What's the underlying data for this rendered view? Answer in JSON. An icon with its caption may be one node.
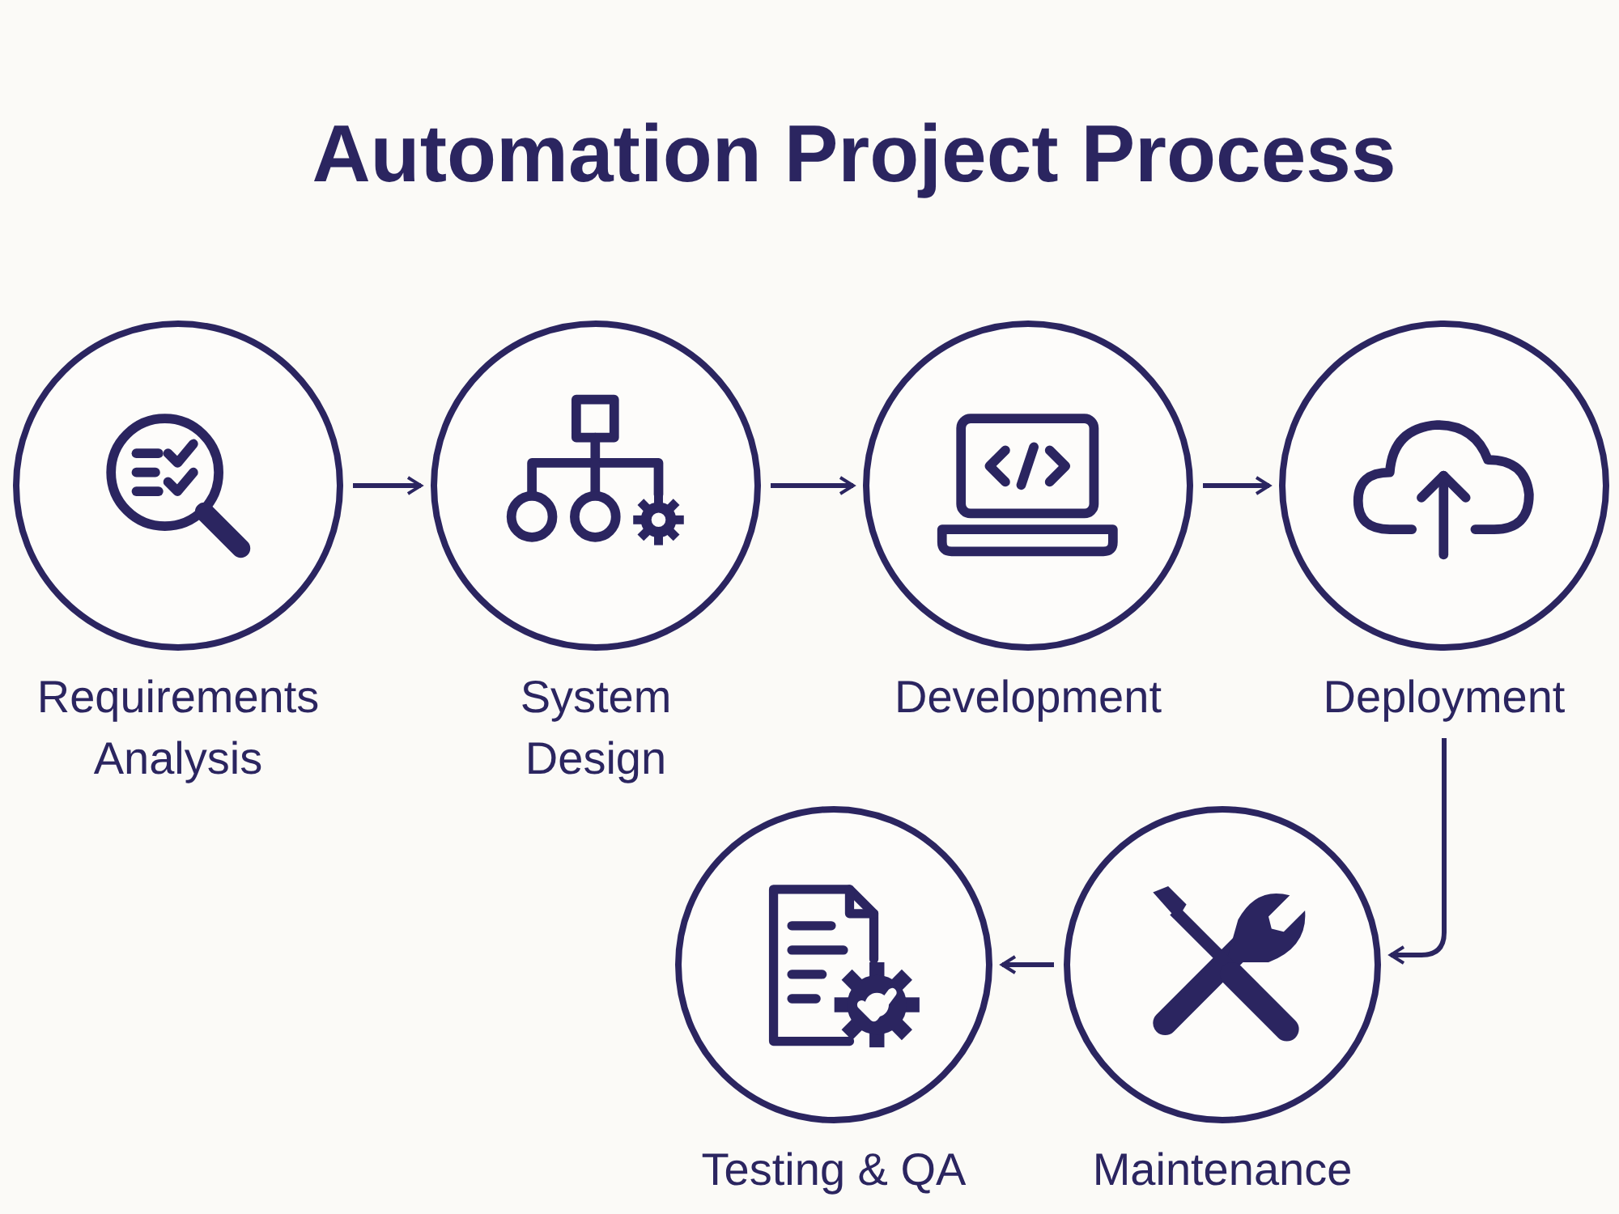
{
  "diagram": {
    "title": "Automation Project Process",
    "nodes": [
      {
        "text": [
          "Requirements Analysis"
        ]
      },
      {
        "text": [
          "System Design"
        ]
      },
      {
        "text": [
          "Development"
        ]
      },
      {
        "text": [
          "Deployment"
        ]
      },
      {
        "text": [
          "Testing & QA"
        ]
      },
      {
        "text": [
          "Maintenance"
        ]
      }
    ],
    "edges": [
      {
        "from": 0,
        "to": 1,
        "arrow": "to"
      },
      {
        "from": 1,
        "to": 2,
        "arrow": "to"
      },
      {
        "from": 2,
        "to": 3,
        "arrow": "to"
      },
      {
        "from": 3,
        "to": 5,
        "arrow": "to"
      },
      {
        "from": 5,
        "to": 4,
        "arrow": "to"
      }
    ]
  }
}
